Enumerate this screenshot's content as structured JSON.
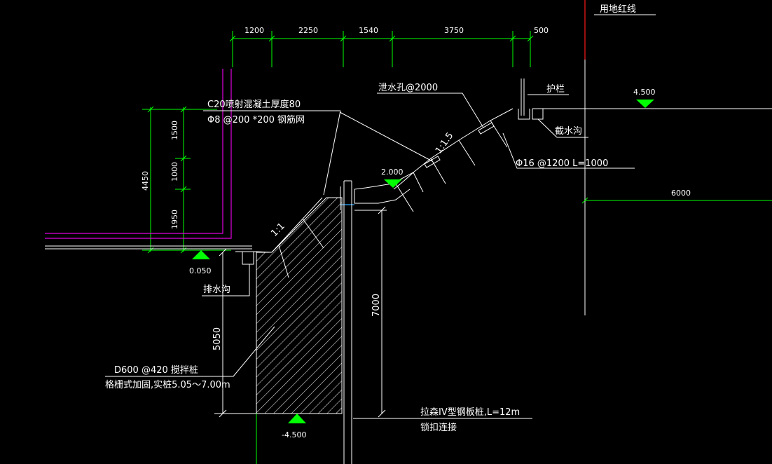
{
  "colors": {
    "background": "#000000",
    "line": "#ffffff",
    "dimension": "#00ff00",
    "elevation_marker": "#00ff00",
    "boundary": "#ff1a1a",
    "slope_outline": "#e000e0",
    "water": "#2aa8ff"
  },
  "top_dimensions": [
    "1200",
    "2250",
    "1540",
    "3750",
    "500"
  ],
  "left_dimensions": {
    "total": "4450",
    "segments": [
      "1500",
      "1000",
      "1950"
    ]
  },
  "vertical_dimensions": {
    "pile_depth": "5050",
    "sheet_pile_depth": "7000"
  },
  "right_dimension": "6000",
  "boundary_label": "用地红线",
  "elevations": {
    "top": "4.500",
    "mid": "2.000",
    "base": "0.050",
    "bottom": "-4.500"
  },
  "slopes": {
    "upper": "1:1.5",
    "lower": "1:1"
  },
  "annotations": {
    "shotcrete_line1": "C20喷射混凝土厚度80",
    "shotcrete_line2": "Φ8 @200 *200 钢筋网",
    "drain_hole": "泄水孔@2000",
    "railing": "护栏",
    "intercept_ditch": "截水沟",
    "soil_nail": "Φ16 @1200 L=1000",
    "drainage_ditch": "排水沟",
    "pile_line1": "D600 @420 搅拌桩",
    "pile_line2": "格栅式加固,实桩5.05～7.00m",
    "sheet_pile_line1": "拉森IV型钢板桩,L=12m",
    "sheet_pile_line2": "锁扣连接"
  }
}
